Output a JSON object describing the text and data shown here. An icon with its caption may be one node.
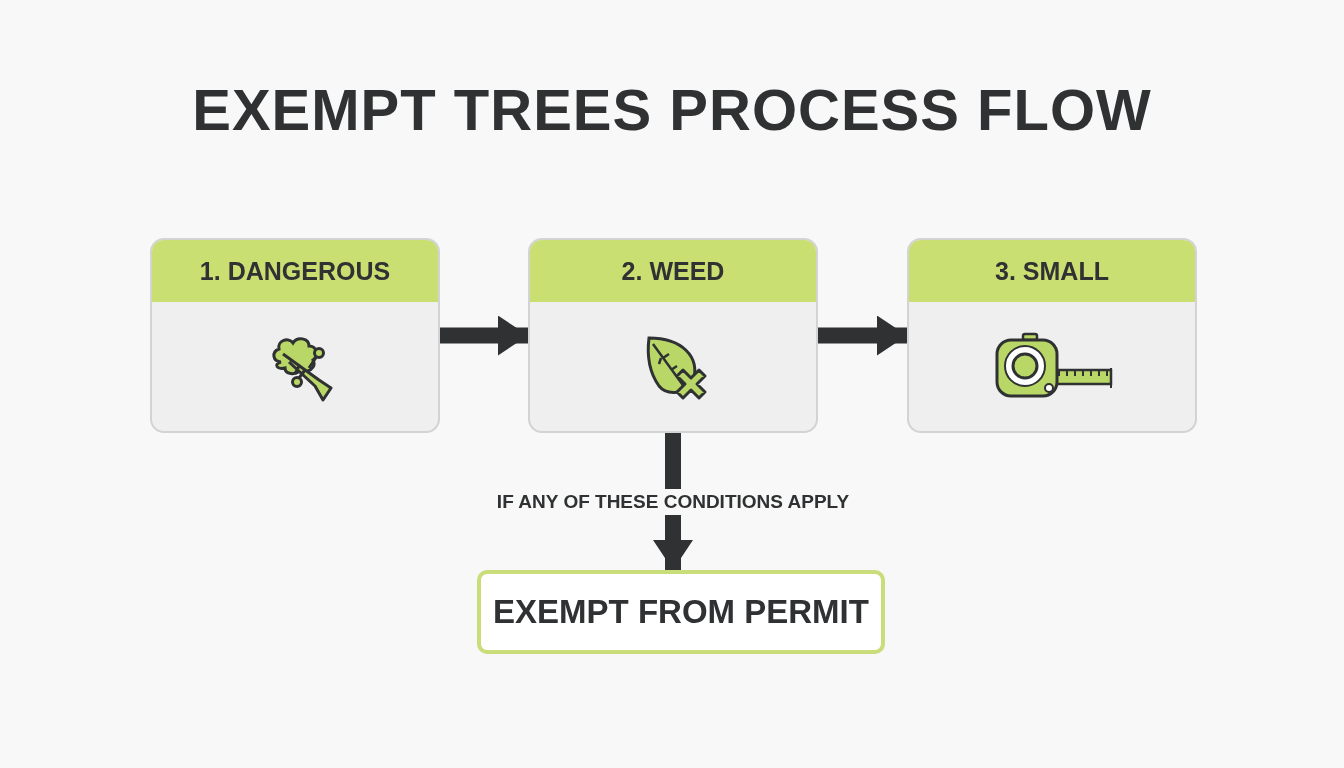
{
  "diagram": {
    "title": "EXEMPT TREES PROCESS FLOW",
    "nodes": [
      {
        "text": [
          "1. DANGEROUS"
        ]
      },
      {
        "text": [
          "2. WEED"
        ]
      },
      {
        "text": [
          "3. SMALL"
        ]
      },
      {
        "text": [
          "EXEMPT FROM PERMIT"
        ]
      }
    ],
    "edges": [
      {
        "from": 0,
        "to": 1,
        "arrow": "to"
      },
      {
        "from": 1,
        "to": 2,
        "arrow": "to"
      },
      {
        "from": 1,
        "to": 3,
        "arrow": "to",
        "label": "IF ANY OF THESE CONDITIONS APPLY"
      }
    ]
  }
}
